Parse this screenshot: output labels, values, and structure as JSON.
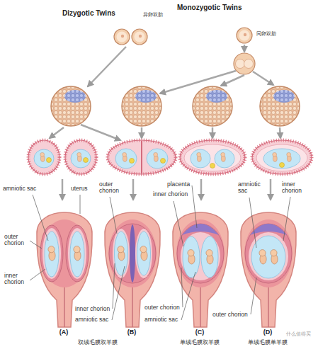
{
  "diagram": {
    "labels": [
      "Dizygotic Twins",
      "异卵双胎",
      "Monozygotic Twins",
      "同卵双胎",
      "uterus",
      "amniotic sac",
      "outer chorion",
      "inner chorion",
      "outer chorion",
      "inner chorion",
      "amniotic sac",
      "placenta",
      "inner chorion",
      "outer chorion",
      "amniotic sac",
      "amniotic sac",
      "inner chorion",
      "outer chorion",
      "(A)",
      "(B)",
      "(C)",
      "(D)",
      "双绒毛膜双羊膜",
      "单绒毛膜双羊膜",
      "单绒毛膜单羊膜",
      "什么值得买"
    ]
  }
}
